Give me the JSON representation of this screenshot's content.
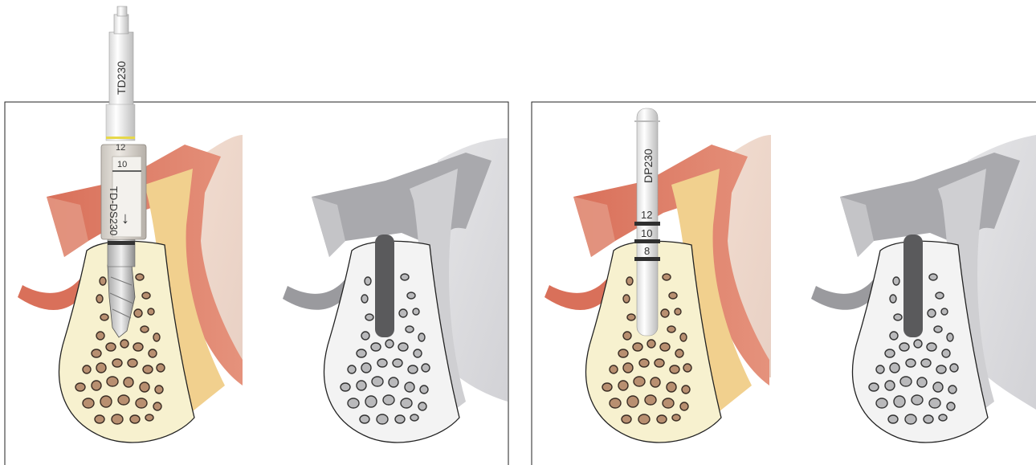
{
  "panels": [
    {
      "instrument": "TD230",
      "depth_marks": [
        "12",
        "10"
      ],
      "sleeve_label": "TD-DS230",
      "arrow": "↓"
    },
    {
      "instrument": "DP230",
      "depth_marks": [
        "12",
        "10",
        "8"
      ]
    }
  ]
}
